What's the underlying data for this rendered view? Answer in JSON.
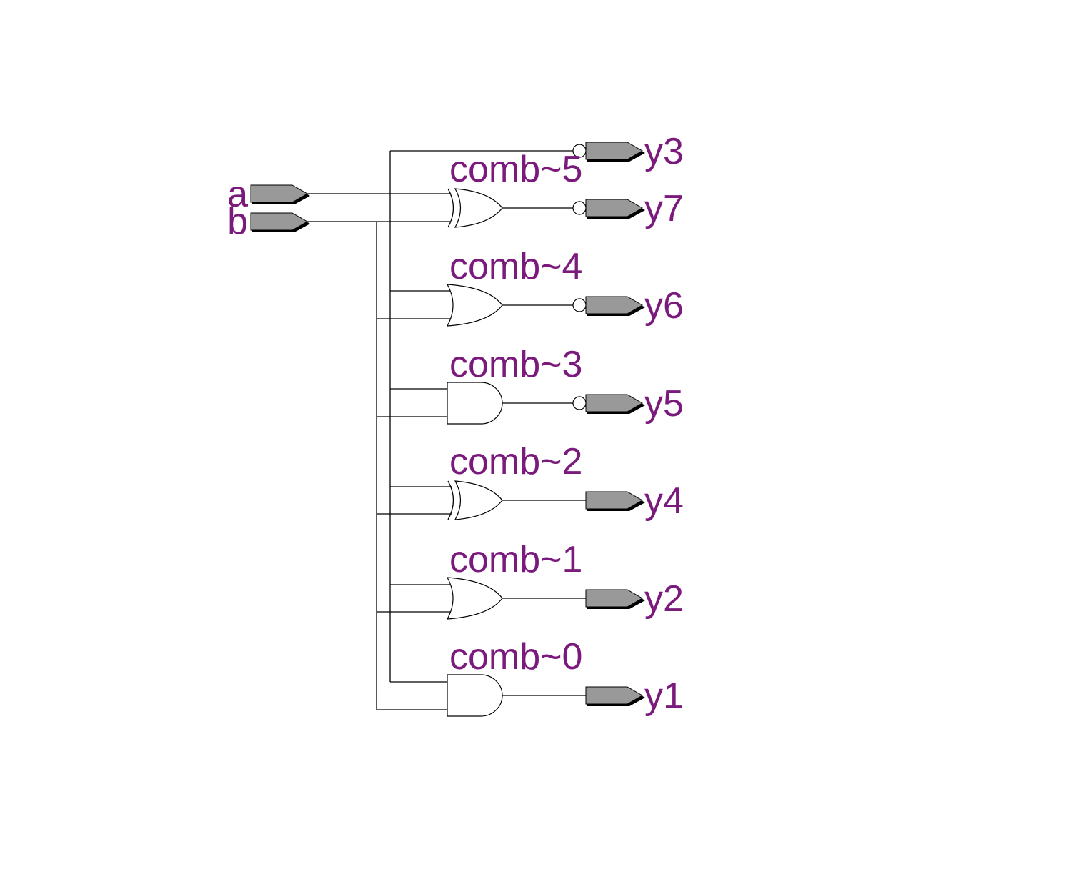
{
  "colors": {
    "label": "#7b1a7d",
    "port_fill": "#999999",
    "wire": "#000000",
    "background": "#ffffff"
  },
  "inputs": [
    {
      "name": "a"
    },
    {
      "name": "b"
    }
  ],
  "gates": [
    {
      "label": "comb~5",
      "type": "xor",
      "output_inverted": true,
      "output": "y7"
    },
    {
      "label": "comb~4",
      "type": "or",
      "output_inverted": true,
      "output": "y6"
    },
    {
      "label": "comb~3",
      "type": "and",
      "output_inverted": true,
      "output": "y5"
    },
    {
      "label": "comb~2",
      "type": "xor",
      "output_inverted": false,
      "output": "y4"
    },
    {
      "label": "comb~1",
      "type": "or",
      "output_inverted": false,
      "output": "y2"
    },
    {
      "label": "comb~0",
      "type": "and",
      "output_inverted": false,
      "output": "y1"
    }
  ],
  "direct_outputs": [
    {
      "name": "y3",
      "source": "a",
      "inverted": true
    }
  ]
}
